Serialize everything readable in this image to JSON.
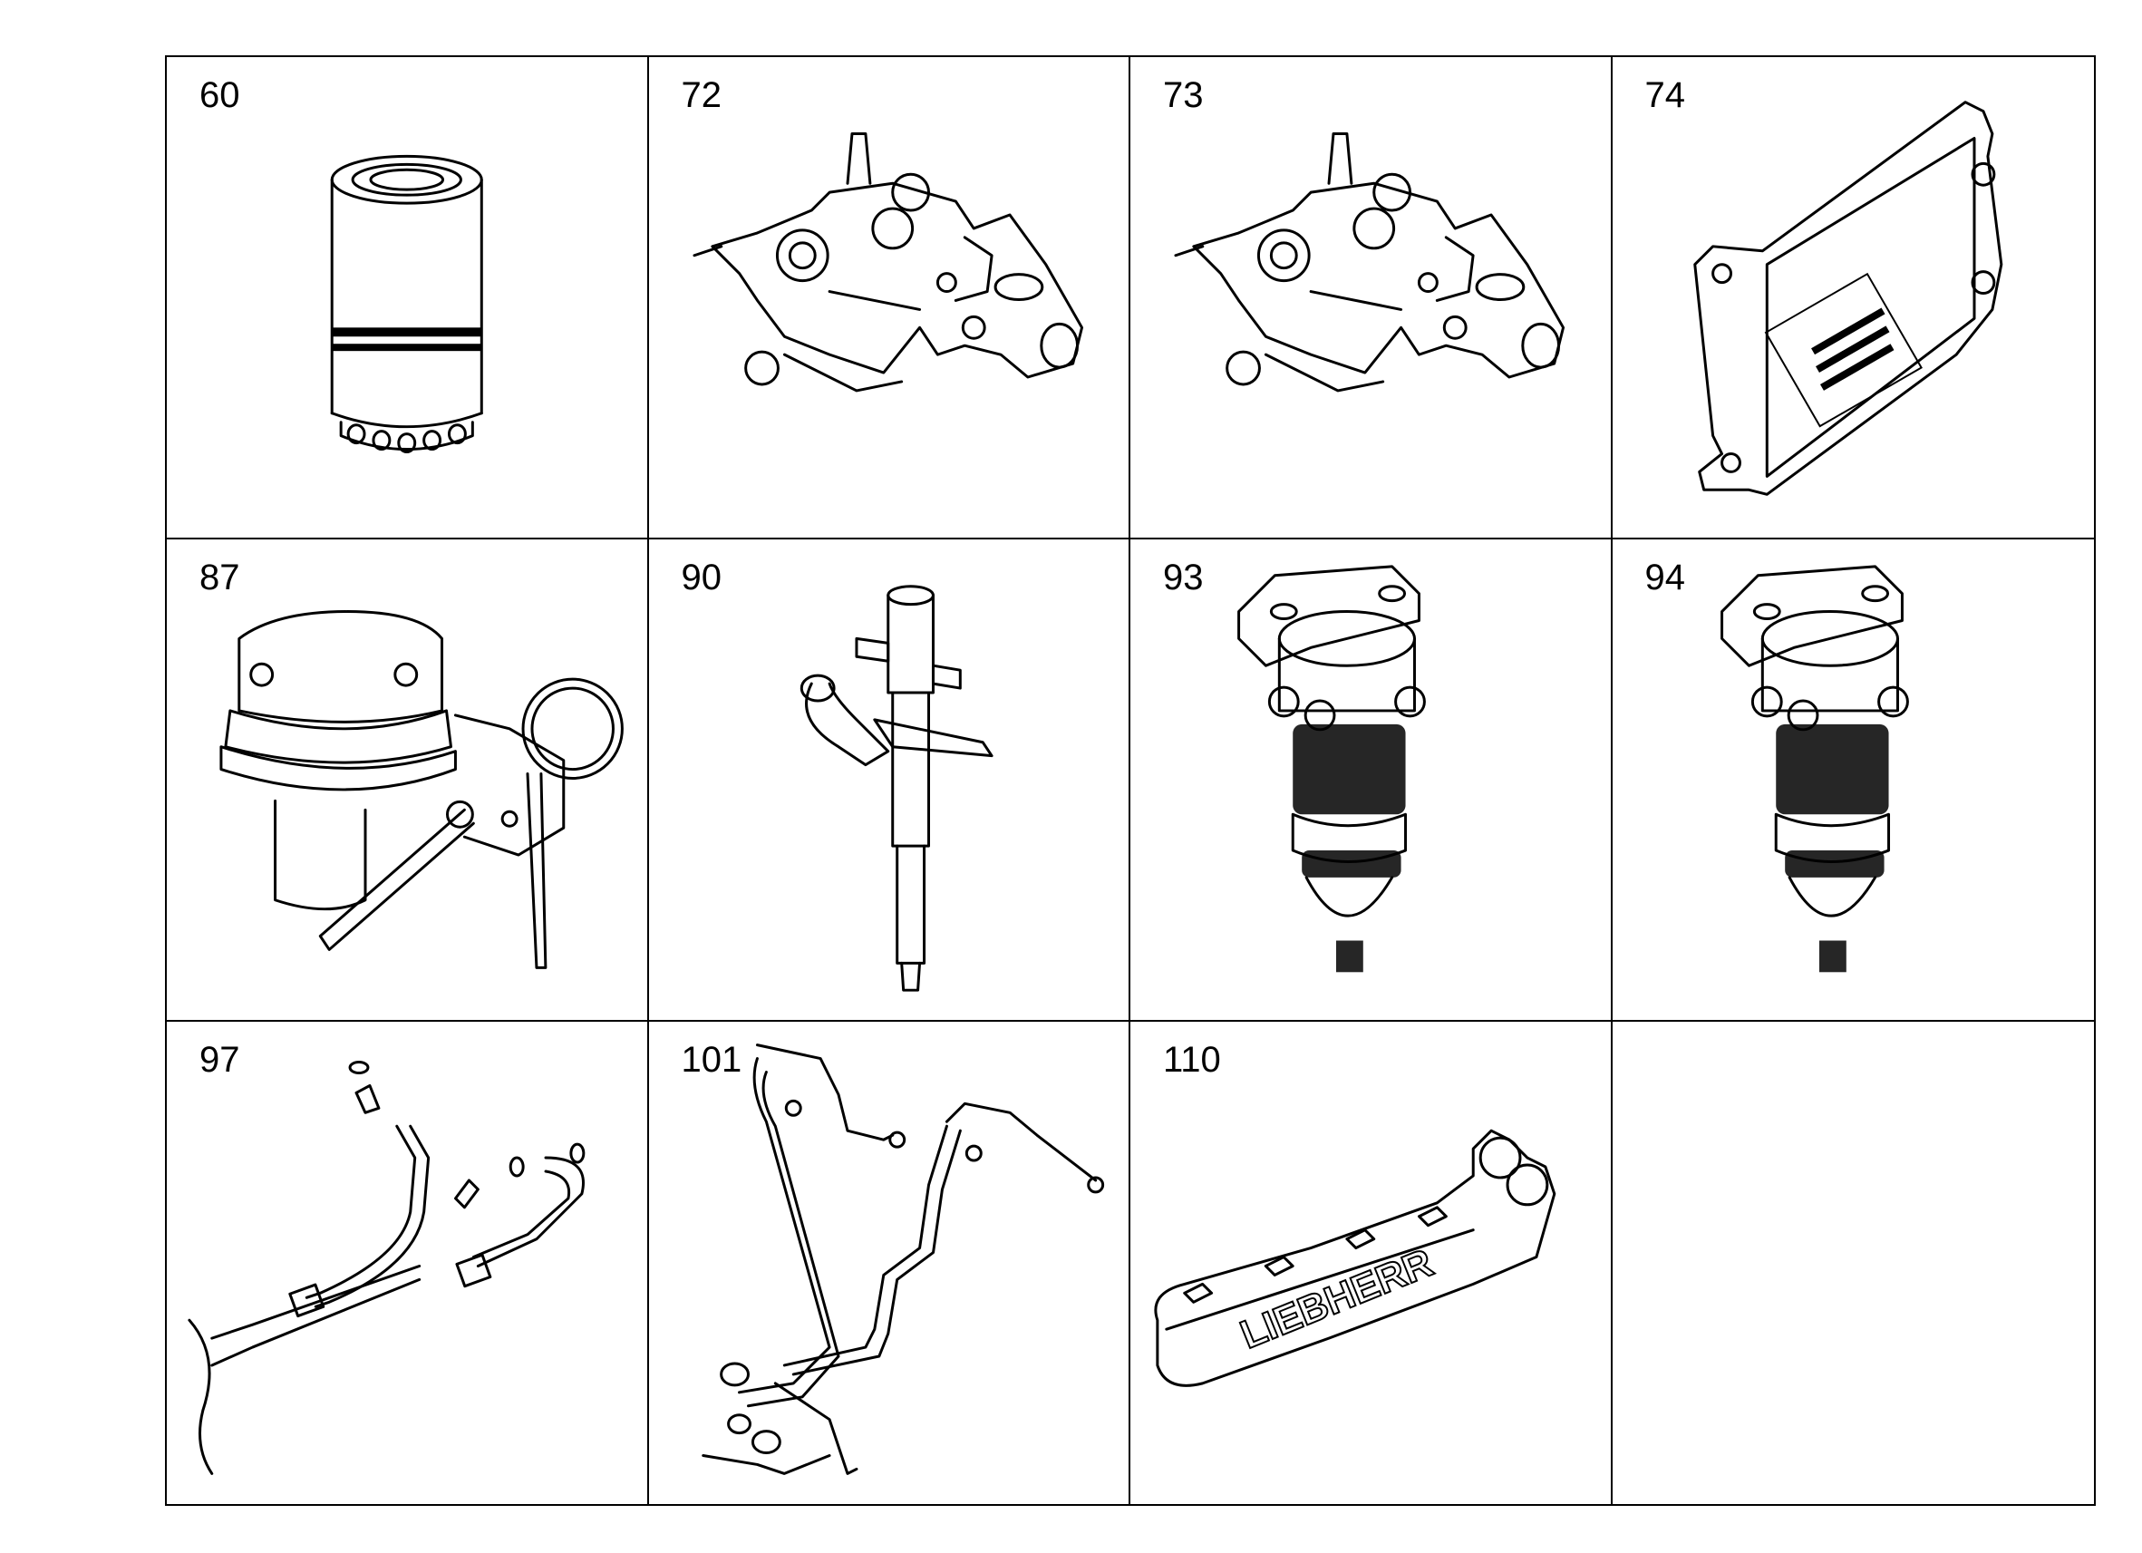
{
  "parts": [
    {
      "number": "60",
      "icon": "oil-filter-icon"
    },
    {
      "number": "72",
      "icon": "injection-pump-icon"
    },
    {
      "number": "73",
      "icon": "injection-pump-icon"
    },
    {
      "number": "74",
      "icon": "control-unit-icon"
    },
    {
      "number": "87",
      "icon": "fuel-feed-pump-icon"
    },
    {
      "number": "90",
      "icon": "injector-icon"
    },
    {
      "number": "93",
      "icon": "fuel-filter-icon"
    },
    {
      "number": "94",
      "icon": "fuel-filter-icon"
    },
    {
      "number": "97",
      "icon": "fuel-line-icon"
    },
    {
      "number": "101",
      "icon": "injection-lines-icon"
    },
    {
      "number": "110",
      "icon": "exhaust-manifold-icon"
    },
    {
      "number": "",
      "icon": ""
    }
  ],
  "manifold_lettering": "LIEBHERR"
}
